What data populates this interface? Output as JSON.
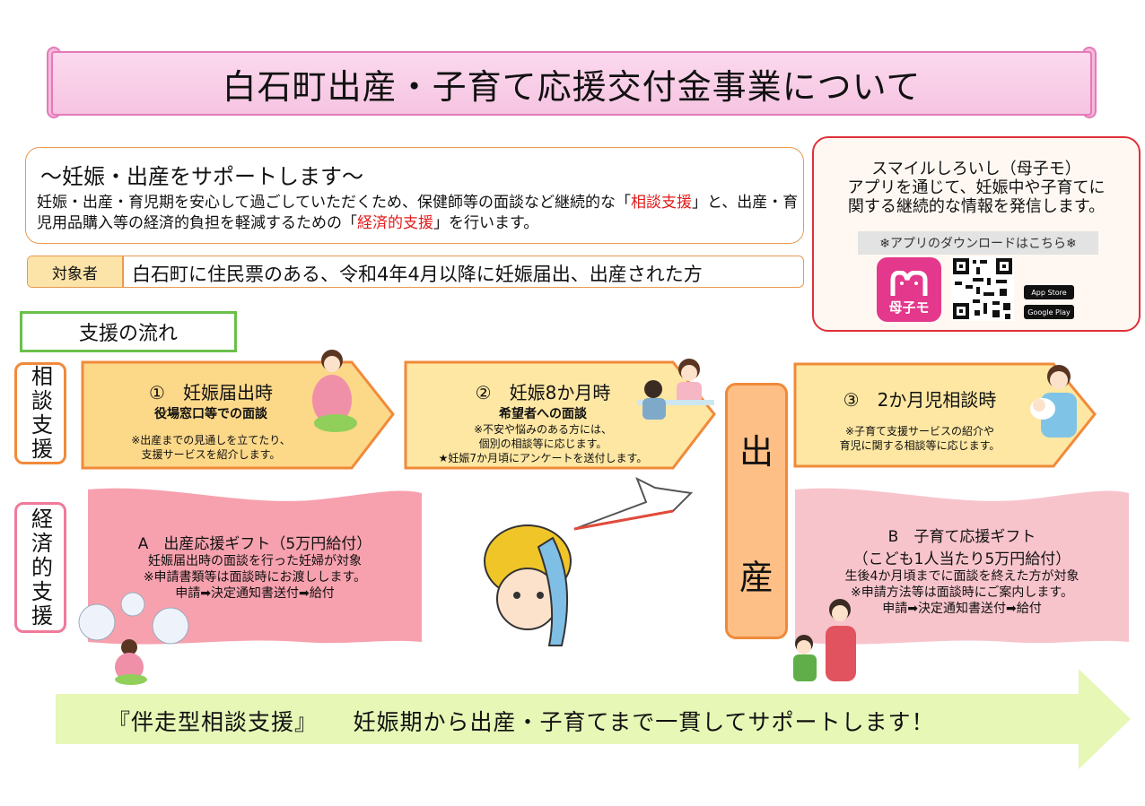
{
  "title": "白石町出産・子育て応援交付金事業について",
  "intro": {
    "heading": "〜妊娠・出産をサポートします〜",
    "text_part1": "妊娠・出産・育児期を安心して過ごしていただくため、保健師等の面談など継続的な「",
    "red1": "相談支援",
    "text_part2": "」と、出産・育児用品購入等の経済的負担を軽減するための「",
    "red2": "経済的支援",
    "text_part3": "」を行います。"
  },
  "target": {
    "label": "対象者",
    "text": "白石町に住民票のある、令和4年4月以降に妊娠届出、出産された方"
  },
  "app": {
    "line1": "スマイルしろいし（母子モ）",
    "line2": "アプリを通じて、妊娠中や子育てに",
    "line3": "関する継続的な情報を発信します。",
    "download": "❄アプリのダウンロードはこちら❄",
    "icon_label": "母子モ",
    "app_store": "App Store",
    "google_play": "Google Play"
  },
  "flow_label": "支援の流れ",
  "row_labels": {
    "counsel": "相談支援",
    "economic": "経済的支援"
  },
  "steps": [
    {
      "title": "①　妊娠届出時",
      "sub": "役場窓口等での面談",
      "notes": [
        "※出産までの見通しを立てたり、",
        "支援サービスを紹介します。"
      ]
    },
    {
      "title": "②　妊娠8か月時",
      "sub": "希望者への面談",
      "notes": [
        "※不安や悩みのある方には、",
        "個別の相談等に応じます。",
        "★妊娠7か月頃にアンケートを送付します。"
      ]
    },
    {
      "title": "③　2か月児相談時",
      "sub": "",
      "notes": [
        "※子育て支援サービスの紹介や",
        "育児に関する相談等に応じます。"
      ]
    }
  ],
  "birth": {
    "char1": "出",
    "char2": "産"
  },
  "gifts": [
    {
      "title": "A　出産応援ギフト（5万円給付）",
      "lines": [
        "妊娠届出時の面談を行った妊婦が対象",
        "※申請書類等は面談時にお渡しします。",
        "申請➡決定通知書送付➡給付"
      ]
    },
    {
      "title": "B　子育て応援ギフト",
      "title2": "（こども1人当たり5万円給付）",
      "lines": [
        "生後4か月頃までに面談を終えた方が対象",
        "※申請方法等は面談時にご案内します。",
        "申請➡決定通知書送付➡給付"
      ]
    }
  ],
  "bottom": "『伴走型相談支援』　　妊娠期から出産・子育てまで一貫してサポートします！",
  "colors": {
    "pink_banner": "#f6c4e1",
    "orange_border": "#f08a3a",
    "step_yellow": "#fcd889",
    "gift_pink": "#f7a1ae",
    "arrow_green": "#e6f7b6",
    "red_accent": "#e01b1b"
  }
}
